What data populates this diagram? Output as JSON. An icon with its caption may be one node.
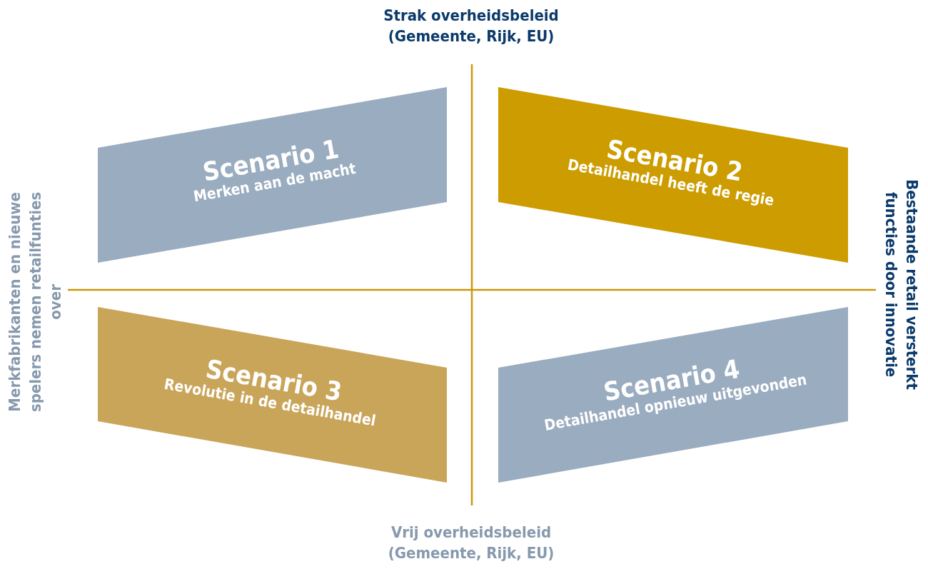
{
  "diagram": {
    "nodes": [
      {
        "text": [
          "Scenario 1",
          "Merken aan de macht"
        ]
      },
      {
        "text": [
          "Scenario 2",
          "Detailhandel heeft de regie"
        ]
      },
      {
        "text": [
          "Scenario 3",
          "Revolutie in de detailhandel"
        ]
      },
      {
        "text": [
          "Scenario 4",
          "Detailhandel opnieuw uitgevonden"
        ]
      }
    ],
    "labels": [
      "Strak overheidsbeleid (Gemeente, Rijk, EU)",
      "Bestaande retail versterkt functies door innovatie",
      "Merkfabrikanten en nieuwe spelers nemen retailfunties over",
      "Vrij overheidsbeleid (Gemeente, Rijk, EU)"
    ]
  }
}
